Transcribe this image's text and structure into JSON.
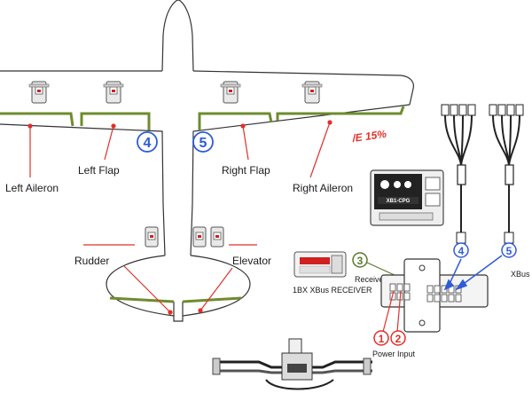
{
  "labels": {
    "left_aileron": "Left Aileron",
    "left_flap": "Left Flap",
    "right_flap": "Right Flap",
    "right_aileron": "Right Aileron",
    "rudder": "Rudder",
    "elevator": "Elevator",
    "receiver": "Receiver",
    "receiver_module": "1BX XBus RECEIVER",
    "xbus": "XBus",
    "power_input": "Power Input",
    "note": "/E 15%",
    "programmer_model": "XB1-CPG"
  },
  "markers": {
    "m4": "4",
    "m5": "5",
    "m3": "3",
    "m1": "1",
    "m2": "2"
  },
  "colors": {
    "surface_green": "#6e8c2e",
    "leader_red": "#e0302a",
    "marker_blue": "#2f5bd6",
    "marker_green": "#5a7a2a"
  }
}
